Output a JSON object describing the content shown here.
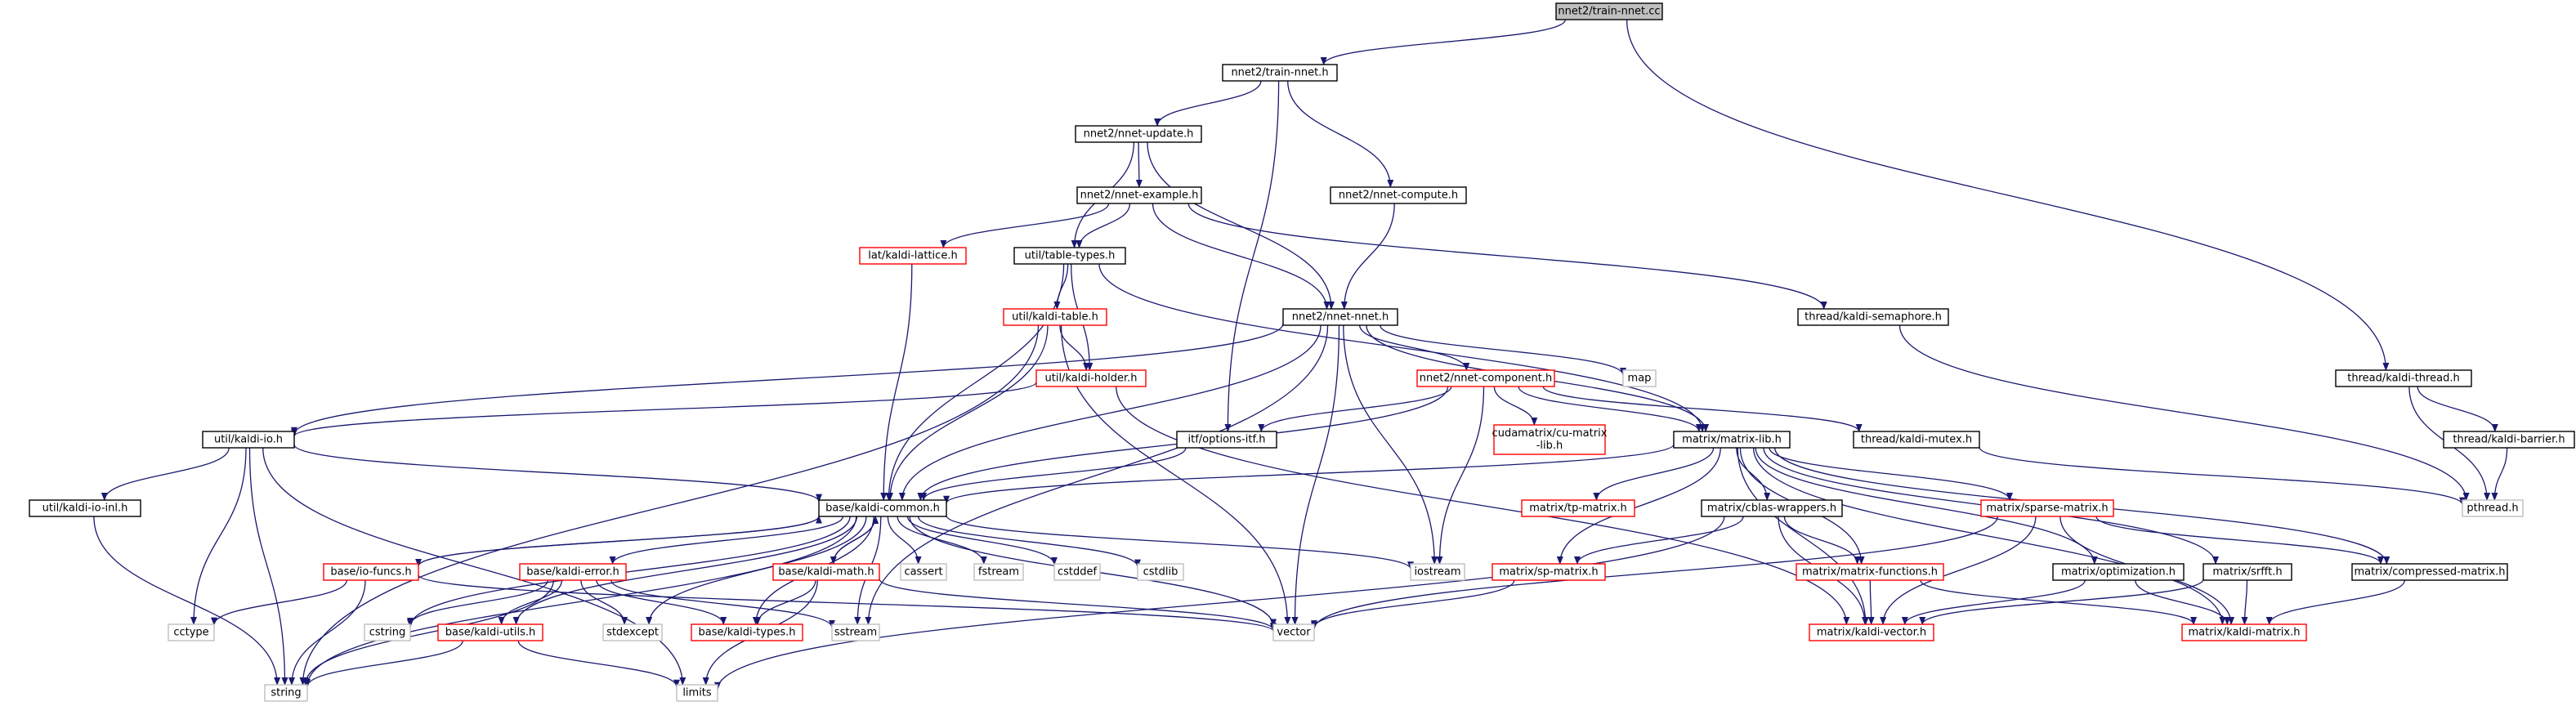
{
  "title": "nnet2/train-nnet.cc",
  "colors": {
    "edge": "#191970",
    "normal_border": "#000000",
    "missing_border": "#ff0000",
    "system_border": "#bfbfbf",
    "root_fill": "#bfbfbf",
    "fill": "#ffffff"
  },
  "nodes": [
    {
      "id": "root",
      "label": "nnet2/train-nnet.cc",
      "kind": "root"
    },
    {
      "id": "train_nnet_h",
      "label": "nnet2/train-nnet.h",
      "kind": "normal"
    },
    {
      "id": "nnet_update_h",
      "label": "nnet2/nnet-update.h",
      "kind": "normal"
    },
    {
      "id": "nnet_compute_h",
      "label": "nnet2/nnet-compute.h",
      "kind": "normal"
    },
    {
      "id": "nnet_example_h",
      "label": "nnet2/nnet-example.h",
      "kind": "normal"
    },
    {
      "id": "lat_kaldi_lattice_h",
      "label": "lat/kaldi-lattice.h",
      "kind": "missing"
    },
    {
      "id": "util_table_types_h",
      "label": "util/table-types.h",
      "kind": "normal"
    },
    {
      "id": "thread_kaldi_semaphore_h",
      "label": "thread/kaldi-semaphore.h",
      "kind": "normal"
    },
    {
      "id": "thread_kaldi_thread_h",
      "label": "thread/kaldi-thread.h",
      "kind": "normal"
    },
    {
      "id": "nnet_nnet_h",
      "label": "nnet2/nnet-nnet.h",
      "kind": "normal"
    },
    {
      "id": "util_kaldi_table_h",
      "label": "util/kaldi-table.h",
      "kind": "missing"
    },
    {
      "id": "util_kaldi_holder_h",
      "label": "util/kaldi-holder.h",
      "kind": "missing"
    },
    {
      "id": "map",
      "label": "map",
      "kind": "system"
    },
    {
      "id": "nnet_component_h",
      "label": "nnet2/nnet-component.h",
      "kind": "missing"
    },
    {
      "id": "thread_kaldi_barrier_h",
      "label": "thread/kaldi-barrier.h",
      "kind": "normal"
    },
    {
      "id": "util_kaldi_io_h",
      "label": "util/kaldi-io.h",
      "kind": "normal"
    },
    {
      "id": "itf_options_itf_h",
      "label": "itf/options-itf.h",
      "kind": "normal"
    },
    {
      "id": "cudamatrix_cu_matrix_lib_h",
      "label": "cudamatrix/cu-matrix\n-lib.h",
      "kind": "missing"
    },
    {
      "id": "matrix_matrix_lib_h",
      "label": "matrix/matrix-lib.h",
      "kind": "normal"
    },
    {
      "id": "thread_kaldi_mutex_h",
      "label": "thread/kaldi-mutex.h",
      "kind": "normal"
    },
    {
      "id": "pthread_h",
      "label": "pthread.h",
      "kind": "system"
    },
    {
      "id": "util_kaldi_io_inl_h",
      "label": "util/kaldi-io-inl.h",
      "kind": "normal"
    },
    {
      "id": "base_kaldi_common_h",
      "label": "base/kaldi-common.h",
      "kind": "normal"
    },
    {
      "id": "iostream",
      "label": "iostream",
      "kind": "system"
    },
    {
      "id": "matrix_tp_matrix_h",
      "label": "matrix/tp-matrix.h",
      "kind": "missing"
    },
    {
      "id": "matrix_cblas_wrappers_h",
      "label": "matrix/cblas-wrappers.h",
      "kind": "normal"
    },
    {
      "id": "matrix_sparse_matrix_h",
      "label": "matrix/sparse-matrix.h",
      "kind": "missing"
    },
    {
      "id": "base_io_funcs_h",
      "label": "base/io-funcs.h",
      "kind": "missing"
    },
    {
      "id": "base_kaldi_error_h",
      "label": "base/kaldi-error.h",
      "kind": "missing"
    },
    {
      "id": "base_kaldi_math_h",
      "label": "base/kaldi-math.h",
      "kind": "missing"
    },
    {
      "id": "cassert",
      "label": "cassert",
      "kind": "system"
    },
    {
      "id": "fstream",
      "label": "fstream",
      "kind": "system"
    },
    {
      "id": "cstddef",
      "label": "cstddef",
      "kind": "system"
    },
    {
      "id": "cstdlib",
      "label": "cstdlib",
      "kind": "system"
    },
    {
      "id": "matrix_sp_matrix_h",
      "label": "matrix/sp-matrix.h",
      "kind": "missing"
    },
    {
      "id": "matrix_matrix_functions_h",
      "label": "matrix/matrix-functions.h",
      "kind": "missing"
    },
    {
      "id": "matrix_optimization_h",
      "label": "matrix/optimization.h",
      "kind": "normal"
    },
    {
      "id": "matrix_srfft_h",
      "label": "matrix/srfft.h",
      "kind": "normal"
    },
    {
      "id": "matrix_compressed_matrix_h",
      "label": "matrix/compressed-matrix.h",
      "kind": "normal"
    },
    {
      "id": "cctype",
      "label": "cctype",
      "kind": "system"
    },
    {
      "id": "cstring",
      "label": "cstring",
      "kind": "system"
    },
    {
      "id": "stdexcept",
      "label": "stdexcept",
      "kind": "system"
    },
    {
      "id": "base_kaldi_types_h",
      "label": "base/kaldi-types.h",
      "kind": "missing"
    },
    {
      "id": "sstream",
      "label": "sstream",
      "kind": "system"
    },
    {
      "id": "vector",
      "label": "vector",
      "kind": "system"
    },
    {
      "id": "matrix_kaldi_vector_h",
      "label": "matrix/kaldi-vector.h",
      "kind": "missing"
    },
    {
      "id": "matrix_kaldi_matrix_h",
      "label": "matrix/kaldi-matrix.h",
      "kind": "missing"
    },
    {
      "id": "base_kaldi_utils_h",
      "label": "base/kaldi-utils.h",
      "kind": "missing"
    },
    {
      "id": "string",
      "label": "string",
      "kind": "system"
    },
    {
      "id": "limits",
      "label": "limits",
      "kind": "system"
    }
  ],
  "edges": [
    [
      "root",
      "train_nnet_h"
    ],
    [
      "root",
      "thread_kaldi_thread_h"
    ],
    [
      "train_nnet_h",
      "nnet_update_h"
    ],
    [
      "train_nnet_h",
      "nnet_compute_h"
    ],
    [
      "train_nnet_h",
      "itf_options_itf_h"
    ],
    [
      "nnet_update_h",
      "nnet_example_h"
    ],
    [
      "nnet_update_h",
      "util_table_types_h"
    ],
    [
      "nnet_update_h",
      "nnet_nnet_h"
    ],
    [
      "nnet_compute_h",
      "nnet_nnet_h"
    ],
    [
      "nnet_example_h",
      "lat_kaldi_lattice_h"
    ],
    [
      "nnet_example_h",
      "util_table_types_h"
    ],
    [
      "nnet_example_h",
      "nnet_nnet_h"
    ],
    [
      "nnet_example_h",
      "thread_kaldi_semaphore_h"
    ],
    [
      "lat_kaldi_lattice_h",
      "base_kaldi_common_h"
    ],
    [
      "util_table_types_h",
      "util_kaldi_table_h"
    ],
    [
      "util_table_types_h",
      "util_kaldi_holder_h"
    ],
    [
      "util_table_types_h",
      "matrix_matrix_lib_h"
    ],
    [
      "util_table_types_h",
      "base_kaldi_common_h"
    ],
    [
      "thread_kaldi_semaphore_h",
      "pthread_h"
    ],
    [
      "thread_kaldi_thread_h",
      "thread_kaldi_barrier_h"
    ],
    [
      "thread_kaldi_thread_h",
      "pthread_h"
    ],
    [
      "thread_kaldi_barrier_h",
      "pthread_h"
    ],
    [
      "nnet_nnet_h",
      "map"
    ],
    [
      "nnet_nnet_h",
      "nnet_component_h"
    ],
    [
      "nnet_nnet_h",
      "util_kaldi_io_h"
    ],
    [
      "nnet_nnet_h",
      "matrix_matrix_lib_h"
    ],
    [
      "nnet_nnet_h",
      "base_kaldi_common_h"
    ],
    [
      "nnet_nnet_h",
      "iostream"
    ],
    [
      "nnet_nnet_h",
      "sstream"
    ],
    [
      "nnet_nnet_h",
      "vector"
    ],
    [
      "util_kaldi_table_h",
      "util_kaldi_holder_h"
    ],
    [
      "util_kaldi_table_h",
      "base_kaldi_common_h"
    ],
    [
      "util_kaldi_table_h",
      "string"
    ],
    [
      "util_kaldi_table_h",
      "vector"
    ],
    [
      "util_kaldi_holder_h",
      "util_kaldi_io_h"
    ],
    [
      "util_kaldi_holder_h",
      "matrix_kaldi_vector_h"
    ],
    [
      "nnet_component_h",
      "itf_options_itf_h"
    ],
    [
      "nnet_component_h",
      "cudamatrix_cu_matrix_lib_h"
    ],
    [
      "nnet_component_h",
      "thread_kaldi_mutex_h"
    ],
    [
      "nnet_component_h",
      "matrix_matrix_lib_h"
    ],
    [
      "nnet_component_h",
      "base_kaldi_common_h"
    ],
    [
      "nnet_component_h",
      "iostream"
    ],
    [
      "itf_options_itf_h",
      "base_kaldi_common_h"
    ],
    [
      "thread_kaldi_mutex_h",
      "pthread_h"
    ],
    [
      "util_kaldi_io_h",
      "util_kaldi_io_inl_h"
    ],
    [
      "util_kaldi_io_h",
      "base_kaldi_common_h"
    ],
    [
      "util_kaldi_io_h",
      "cctype"
    ],
    [
      "util_kaldi_io_h",
      "string"
    ],
    [
      "util_kaldi_io_h",
      "limits"
    ],
    [
      "util_kaldi_io_inl_h",
      "string"
    ],
    [
      "matrix_matrix_lib_h",
      "base_kaldi_common_h"
    ],
    [
      "matrix_matrix_lib_h",
      "matrix_tp_matrix_h"
    ],
    [
      "matrix_matrix_lib_h",
      "matrix_sp_matrix_h"
    ],
    [
      "matrix_matrix_lib_h",
      "matrix_cblas_wrappers_h"
    ],
    [
      "matrix_matrix_lib_h",
      "matrix_matrix_functions_h"
    ],
    [
      "matrix_matrix_lib_h",
      "matrix_kaldi_vector_h"
    ],
    [
      "matrix_matrix_lib_h",
      "matrix_optimization_h"
    ],
    [
      "matrix_matrix_lib_h",
      "matrix_srfft_h"
    ],
    [
      "matrix_matrix_lib_h",
      "matrix_sparse_matrix_h"
    ],
    [
      "matrix_matrix_lib_h",
      "matrix_compressed_matrix_h"
    ],
    [
      "matrix_matrix_lib_h",
      "matrix_kaldi_matrix_h"
    ],
    [
      "base_kaldi_common_h",
      "base_io_funcs_h"
    ],
    [
      "base_kaldi_common_h",
      "base_kaldi_error_h"
    ],
    [
      "base_kaldi_common_h",
      "base_kaldi_math_h"
    ],
    [
      "base_kaldi_common_h",
      "base_kaldi_utils_h"
    ],
    [
      "base_kaldi_common_h",
      "base_kaldi_types_h"
    ],
    [
      "base_kaldi_common_h",
      "cassert"
    ],
    [
      "base_kaldi_common_h",
      "fstream"
    ],
    [
      "base_kaldi_common_h",
      "cstddef"
    ],
    [
      "base_kaldi_common_h",
      "cstdlib"
    ],
    [
      "base_kaldi_common_h",
      "iostream"
    ],
    [
      "base_kaldi_common_h",
      "string"
    ],
    [
      "base_kaldi_common_h",
      "cstring"
    ],
    [
      "base_kaldi_common_h",
      "stdexcept"
    ],
    [
      "base_kaldi_common_h",
      "sstream"
    ],
    [
      "base_kaldi_common_h",
      "vector"
    ],
    [
      "base_io_funcs_h",
      "base_kaldi_common_h"
    ],
    [
      "base_io_funcs_h",
      "cctype"
    ],
    [
      "base_io_funcs_h",
      "string"
    ],
    [
      "base_io_funcs_h",
      "vector"
    ],
    [
      "base_kaldi_error_h",
      "base_kaldi_types_h"
    ],
    [
      "base_kaldi_error_h",
      "base_kaldi_utils_h"
    ],
    [
      "base_kaldi_error_h",
      "cstring"
    ],
    [
      "base_kaldi_error_h",
      "stdexcept"
    ],
    [
      "base_kaldi_error_h",
      "sstream"
    ],
    [
      "base_kaldi_error_h",
      "string"
    ],
    [
      "base_kaldi_math_h",
      "base_kaldi_common_h"
    ],
    [
      "base_kaldi_math_h",
      "base_kaldi_types_h"
    ],
    [
      "base_kaldi_math_h",
      "vector"
    ],
    [
      "base_kaldi_math_h",
      "limits"
    ],
    [
      "base_kaldi_utils_h",
      "string"
    ],
    [
      "base_kaldi_utils_h",
      "limits"
    ],
    [
      "matrix_cblas_wrappers_h",
      "matrix_sp_matrix_h"
    ],
    [
      "matrix_cblas_wrappers_h",
      "matrix_matrix_functions_h"
    ],
    [
      "matrix_cblas_wrappers_h",
      "matrix_kaldi_vector_h"
    ],
    [
      "matrix_cblas_wrappers_h",
      "limits"
    ],
    [
      "matrix_sparse_matrix_h",
      "matrix_kaldi_vector_h"
    ],
    [
      "matrix_sparse_matrix_h",
      "matrix_kaldi_matrix_h"
    ],
    [
      "matrix_sparse_matrix_h",
      "matrix_compressed_matrix_h"
    ],
    [
      "matrix_sparse_matrix_h",
      "vector"
    ],
    [
      "matrix_sp_matrix_h",
      "vector"
    ],
    [
      "matrix_matrix_functions_h",
      "matrix_kaldi_vector_h"
    ],
    [
      "matrix_matrix_functions_h",
      "matrix_kaldi_matrix_h"
    ],
    [
      "matrix_optimization_h",
      "matrix_kaldi_vector_h"
    ],
    [
      "matrix_optimization_h",
      "matrix_kaldi_matrix_h"
    ],
    [
      "matrix_srfft_h",
      "matrix_kaldi_vector_h"
    ],
    [
      "matrix_srfft_h",
      "matrix_kaldi_matrix_h"
    ],
    [
      "matrix_compressed_matrix_h",
      "matrix_kaldi_matrix_h"
    ]
  ]
}
